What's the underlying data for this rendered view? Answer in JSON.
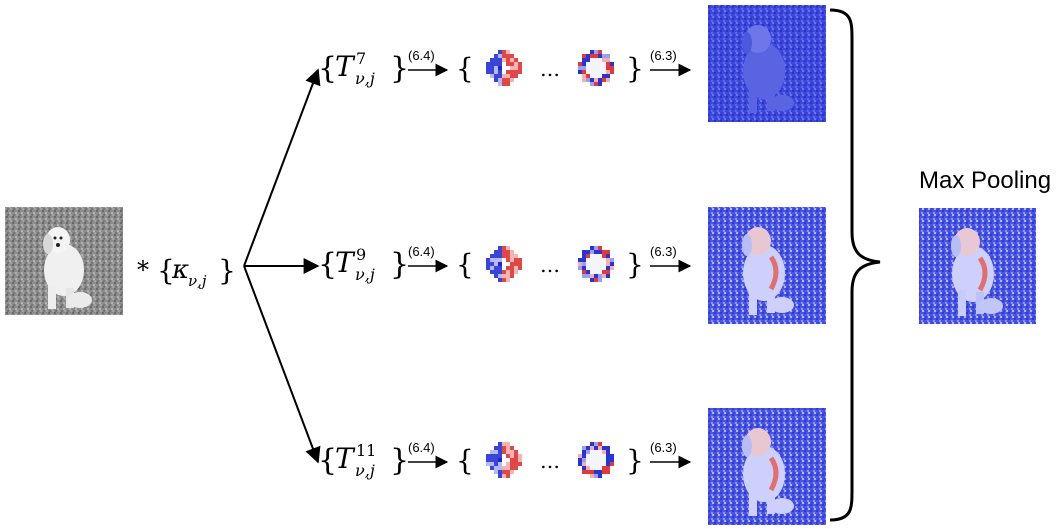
{
  "input": {
    "operator": "*",
    "kernel_symbol": "κ",
    "kernel_subscript": "ν,j"
  },
  "branches": [
    {
      "tensor_symbol": "T",
      "superscript": "7",
      "subscript": "ν,j",
      "equation_to_filters": "(6.4)",
      "equation_to_response": "(6.3)",
      "ellipsis": "…",
      "brace_open": "{",
      "brace_close": "}"
    },
    {
      "tensor_symbol": "T",
      "superscript": "9",
      "subscript": "ν,j",
      "equation_to_filters": "(6.4)",
      "equation_to_response": "(6.3)",
      "ellipsis": "…",
      "brace_open": "{",
      "brace_close": "}"
    },
    {
      "tensor_symbol": "T",
      "superscript": "11",
      "subscript": "ν,j",
      "equation_to_filters": "(6.4)",
      "equation_to_response": "(6.3)",
      "ellipsis": "…",
      "brace_open": "{",
      "brace_close": "}"
    }
  ],
  "output": {
    "label": "Max Pooling"
  },
  "colors": {
    "ink": "#000000",
    "response_blue": "#3c46dc",
    "response_red": "#e05050",
    "gray_bg": "#8a8a8a"
  }
}
